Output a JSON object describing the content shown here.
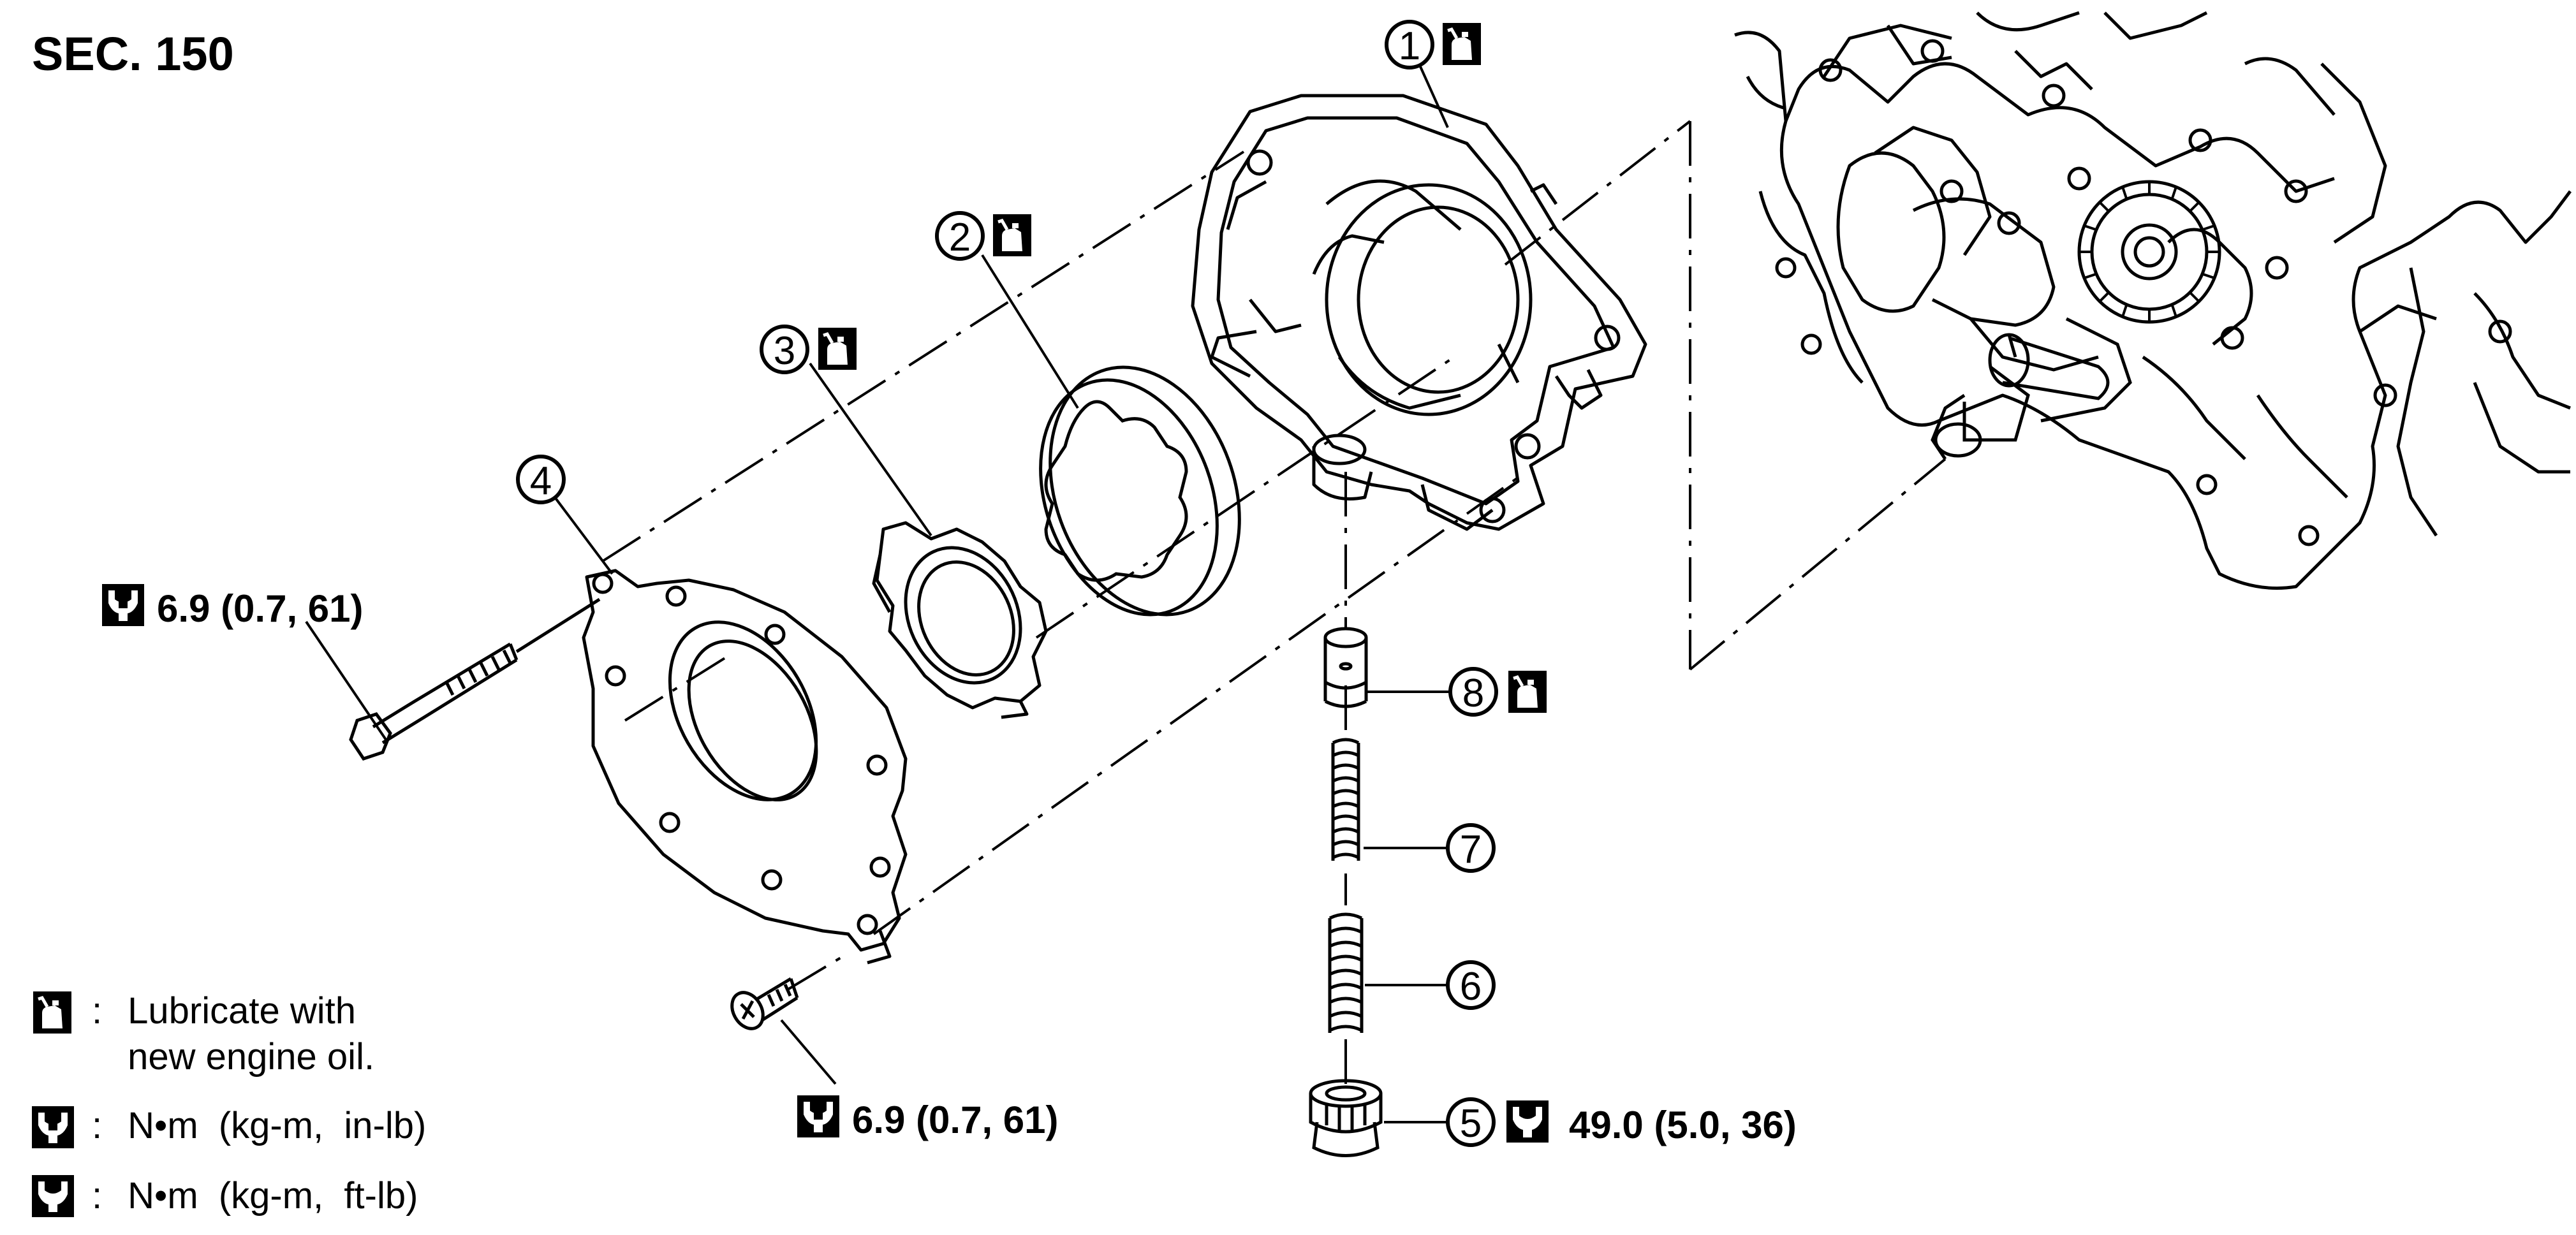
{
  "section_label": "SEC. 150",
  "legend": [
    {
      "icon": "oil-can-icon",
      "text_line1": "Lubricate with",
      "text_line2": "new engine oil."
    },
    {
      "icon": "torque-wrench-small-icon",
      "text": "N•m  (kg-m,  in-lb)"
    },
    {
      "icon": "torque-wrench-large-icon",
      "text": "N•m  (kg-m,  ft-lb)"
    }
  ],
  "callouts": [
    {
      "num": "1",
      "oil": true
    },
    {
      "num": "2",
      "oil": true
    },
    {
      "num": "3",
      "oil": true
    },
    {
      "num": "4",
      "oil": false
    },
    {
      "num": "5",
      "oil": false
    },
    {
      "num": "6",
      "oil": false
    },
    {
      "num": "7",
      "oil": false
    },
    {
      "num": "8",
      "oil": true
    }
  ],
  "torques": {
    "bolt_upper": "6.9 (0.7, 61)",
    "screw_lower": "6.9 (0.7, 61)",
    "plug": "49.0 (5.0, 36)"
  }
}
